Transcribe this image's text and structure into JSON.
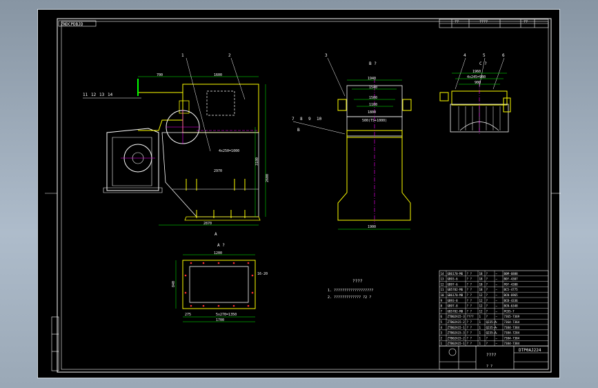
{
  "drawing": {
    "drawing_no_stamp": "ZNDCPDBJD",
    "title_block_code": "DTP0AJ224",
    "title_block_name": "????",
    "title_block_bottom": "? ?",
    "view_b": "B ?",
    "view_c": "C ?",
    "view_a": "A ?",
    "section_a": "A",
    "section_b": "B",
    "notes_title": "????",
    "notes": [
      "1. ???????????????????",
      "2. ????????????? ?2 ?"
    ],
    "balloons": [
      "1",
      "2",
      "3",
      "4",
      "5",
      "6",
      "7",
      "8",
      "9",
      "10",
      "11",
      "12",
      "13",
      "14"
    ],
    "dims": {
      "d_top_left": "700",
      "d_top_mid": "1600",
      "d_width_main": "2970",
      "d_height_main": "3180",
      "d_height2": "2600",
      "d_bottom": "2870",
      "d_b_top": "1940",
      "d_b_mid": "1540",
      "d_b_w1": "1500",
      "d_b_w2": "1100",
      "d_b_w3": "1800",
      "d_b_bottom": "1900",
      "d_b_note": "500(TS+1000)",
      "d_c_top": "1960",
      "d_c_mid": "4x245=980",
      "d_c_w": "900",
      "d_a_top": "1200",
      "d_a_side": "840",
      "d_a_mid": "5x270=1350",
      "d_a_bottom": "1700",
      "d_a_left": "275",
      "d_a_note": "16-20",
      "d_main_note": "4x250=1000"
    }
  },
  "bom_rows": [
    [
      "14",
      "GB6170-M6",
      "? ?",
      "18",
      "?",
      "—",
      "BOM-6888"
    ],
    [
      "13",
      "GB93-6",
      "? ?",
      "18",
      "?",
      "—",
      "BOY-4307"
    ],
    [
      "12",
      "GB97-6",
      "? ?",
      "18",
      "?",
      "—",
      "POY-4388"
    ],
    [
      "11",
      "GB5782-M6",
      "? ?",
      "18",
      "?",
      "—",
      "BC5-4775"
    ],
    [
      "10",
      "GB6170-M8",
      "? ?",
      "12",
      "?",
      "—",
      "BCN-6965"
    ],
    [
      "9",
      "GB93-8",
      "? ?",
      "12",
      "?",
      "—",
      "BCB-4336"
    ],
    [
      "8",
      "GB97-8",
      "? ?",
      "12",
      "?",
      "—",
      "BCN-6348"
    ],
    [
      "7",
      "GB5782-M8",
      "? ?",
      "12",
      "?",
      "—",
      "PCD5-7"
    ],
    [
      "6",
      "ZTB02A15-3",
      "????",
      "1",
      "?",
      "—",
      "7365-7369"
    ],
    [
      "5",
      "ZTB02A15-2",
      "? ?",
      "1",
      "Q235-A",
      "—",
      "7364-7364"
    ],
    [
      "4",
      "ZTB02A15-1",
      "? ?",
      "1",
      "Q235-A",
      "—",
      "7384-7384"
    ],
    [
      "3",
      "ZTB02A15-3",
      "? ?",
      "1",
      "Q235-A",
      "—",
      "7384-7284"
    ],
    [
      "2",
      "ZTB02A15-2",
      "? ?",
      "1",
      "?",
      "—",
      "7384-7384"
    ],
    [
      "1",
      "ZTB02A15-1",
      "? ?",
      "1",
      "?",
      "—",
      "7384-7384"
    ]
  ],
  "top_strip_cells": [
    "",
    "??",
    "????",
    "",
    "??",
    ""
  ],
  "colors": {
    "yellow": "#ffff00",
    "white": "#ffffff",
    "magenta": "#ff00ff",
    "cyan": "#00ffff",
    "green": "#00ff00",
    "red": "#ff3030",
    "blue": "#2040ff"
  }
}
